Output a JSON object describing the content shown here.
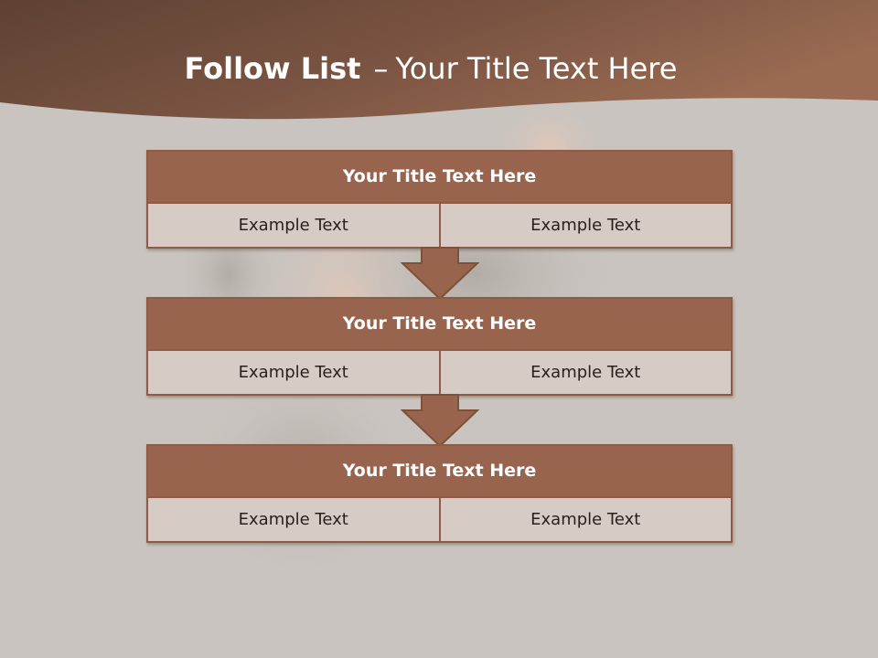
{
  "title": {
    "bold_part": "Follow List",
    "separator": "–",
    "rest": "Your Title Text Here"
  },
  "blocks": [
    {
      "title": "Your Title Text Here",
      "left": "Example Text",
      "right": "Example Text"
    },
    {
      "title": "Your Title Text Here",
      "left": "Example Text",
      "right": "Example Text"
    },
    {
      "title": "Your Title Text Here",
      "left": "Example Text",
      "right": "Example Text"
    }
  ],
  "colors": {
    "accent": "#98644d",
    "header_dark": "#5e4132",
    "header_light": "#9a6a52",
    "cell_fill": "#d7cbc6",
    "background": "#c9c4bf"
  },
  "icons": [
    "down-arrow-icon",
    "down-arrow-icon"
  ]
}
